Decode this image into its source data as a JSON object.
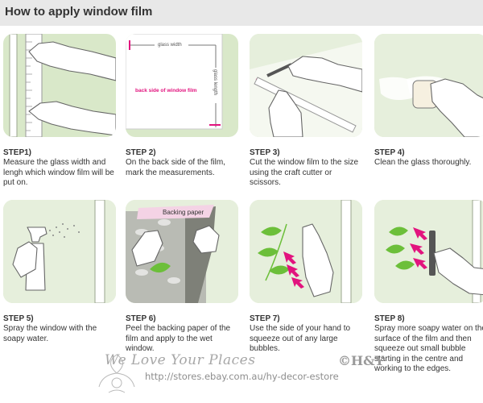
{
  "title": "How to apply window film",
  "steps": [
    {
      "num": "STEP1)",
      "text": "Measure the glass width and lengh which window film will be put on."
    },
    {
      "num": "STEP 2)",
      "text": "On the back side of the film, mark the measurements."
    },
    {
      "num": "STEP 3)",
      "text": "Cut the window film to the size using the craft cutter or scissors."
    },
    {
      "num": "STEP 4)",
      "text": "Clean the glass thoroughly."
    },
    {
      "num": "STEP 5)",
      "text": "Spray the window with the soapy water."
    },
    {
      "num": "STEP 6)",
      "text": "Peel the backing paper of the film and apply to the wet window."
    },
    {
      "num": "STEP 7)",
      "text": "Use the side of your hand to squeeze out of any large bubbles."
    },
    {
      "num": "STEP 8)",
      "text": "Spray more soapy water on the surface of the film and then squeeze out small bubble starting in the centre and working to the edges."
    }
  ],
  "panel_labels": {
    "glass_width": "glass width",
    "glass_length": "glass length",
    "back_side": "back side of window film",
    "backing_paper": "Backing paper"
  },
  "watermark": {
    "script": "We Love Your Places",
    "brand": "©H&Y",
    "url": "http://stores.ebay.com.au/hy-decor-estore"
  },
  "colors": {
    "panel_bg": "#d9e8c9",
    "accent_pink": "#e2137e",
    "leaf_green": "#6cbf3a"
  }
}
